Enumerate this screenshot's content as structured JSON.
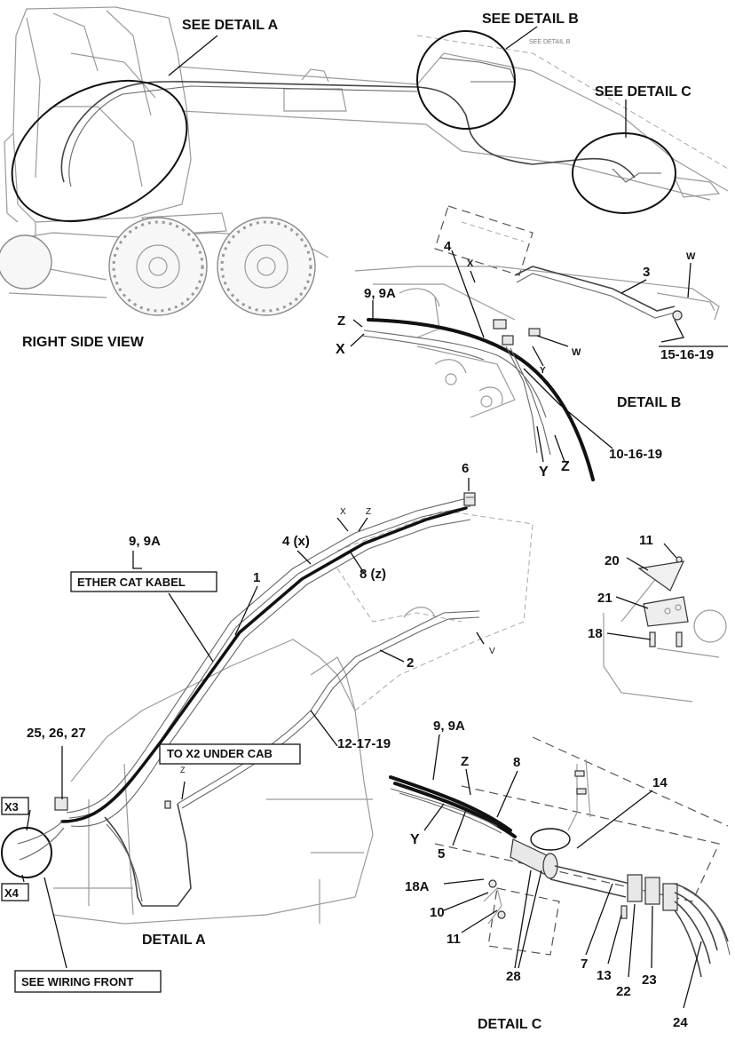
{
  "callouts": {
    "see_detail_a": "SEE DETAIL A",
    "see_detail_b": "SEE DETAIL B",
    "see_detail_b_small": "SEE DETAIL B",
    "see_detail_c": "SEE DETAIL C",
    "right_side_view": "RIGHT SIDE VIEW",
    "detail_a": "DETAIL A",
    "detail_b": "DETAIL B",
    "detail_c": "DETAIL C"
  },
  "detail_b_labels": {
    "w1": "W",
    "three": "3",
    "four": "4",
    "x_small": "X",
    "nine_nine_a": "9, 9A",
    "z": "Z",
    "x": "X",
    "w2": "W",
    "ref_15_16_19": "15-16-19",
    "y_small": "Y",
    "ref_10_16_19": "10-16-19",
    "y": "Y",
    "z2": "Z"
  },
  "detail_a_labels": {
    "six": "6",
    "x_small": "X",
    "z_small": "Z",
    "nine_nine_a": "9, 9A",
    "four_x": "4 (x)",
    "one": "1",
    "eight_z": "8 (z)",
    "ether_cat": "ETHER CAT KABEL",
    "v": "V",
    "two": "2",
    "ref_12_17_19": "12-17-19",
    "ref_25_26_27": "25, 26, 27",
    "to_x2": "TO X2 UNDER CAB",
    "z_small2": "Z",
    "x3": "X3",
    "x4": "X4",
    "see_wiring_front": "SEE WIRING FRONT"
  },
  "bracket_labels": {
    "eleven": "11",
    "twenty": "20",
    "twenty_one": "21",
    "eighteen": "18"
  },
  "detail_c_labels": {
    "nine_nine_a": "9, 9A",
    "z": "Z",
    "eight": "8",
    "fourteen": "14",
    "y": "Y",
    "five": "5",
    "eighteen_a": "18A",
    "ten": "10",
    "eleven": "11",
    "twenty_eight": "28",
    "seven": "7",
    "thirteen": "13",
    "twenty_two": "22",
    "twenty_three": "23",
    "twenty_four": "24"
  }
}
